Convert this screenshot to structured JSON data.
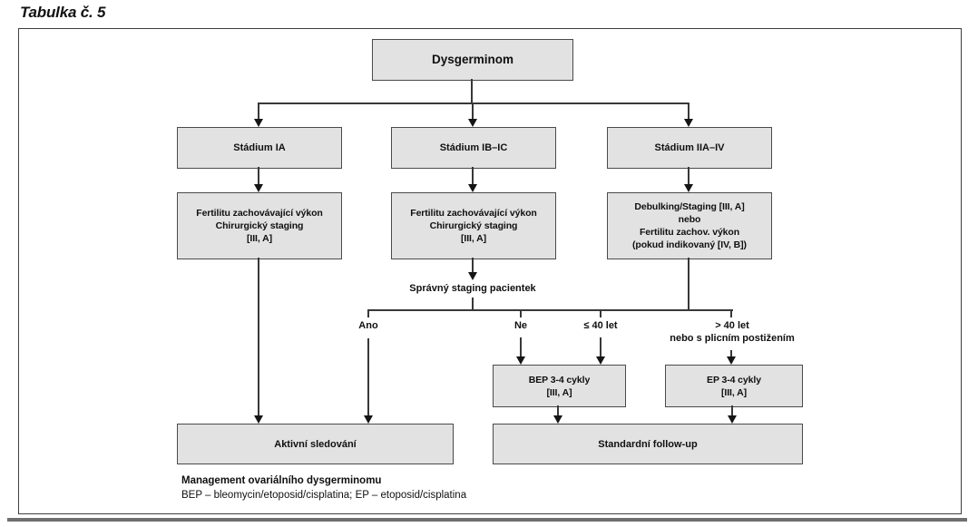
{
  "title": "Tabulka č. 5",
  "figure": {
    "nodes": {
      "dysgerminom": "Dysgerminom",
      "stadium_ia": "Stádium IA",
      "stadium_ib_ic": "Stádium IB–IC",
      "stadium_iia_iv": "Stádium IIA–IV",
      "treat_ia": [
        "Fertilitu zachovávající výkon",
        "Chirurgický staging",
        "[III, A]"
      ],
      "treat_ib_ic": [
        "Fertilitu zachovávající výkon",
        "Chirurgický staging",
        "[III, A]"
      ],
      "treat_iia_iv": [
        "Debulking/Staging [III, A]",
        "nebo",
        "Fertilitu zachov. výkon",
        "(pokud indikovaný [IV, B])"
      ],
      "bep": [
        "BEP 3-4 cykly",
        "[III, A]"
      ],
      "ep": [
        "EP 3-4 cykly",
        "[III, A]"
      ],
      "aktivni_sledovani": "Aktivní sledování",
      "standardni_followup": "Standardní follow-up"
    },
    "decision_label": "Správný staging pacientek",
    "branch_labels": {
      "ano": "Ano",
      "ne": "Ne",
      "le_40": "≤ 40 let",
      "gt_40_line1": "> 40 let",
      "gt_40_line2": "nebo s plicním postižením"
    },
    "footnote": {
      "line1": "Management ovariálního dysgerminomu",
      "line2": "BEP – bleomycin/etoposid/cisplatina; EP – etoposid/cisplatina"
    },
    "colors": {
      "box_fill": "#e2e2e2",
      "box_border": "#4a4a4a",
      "line": "#383838"
    }
  }
}
